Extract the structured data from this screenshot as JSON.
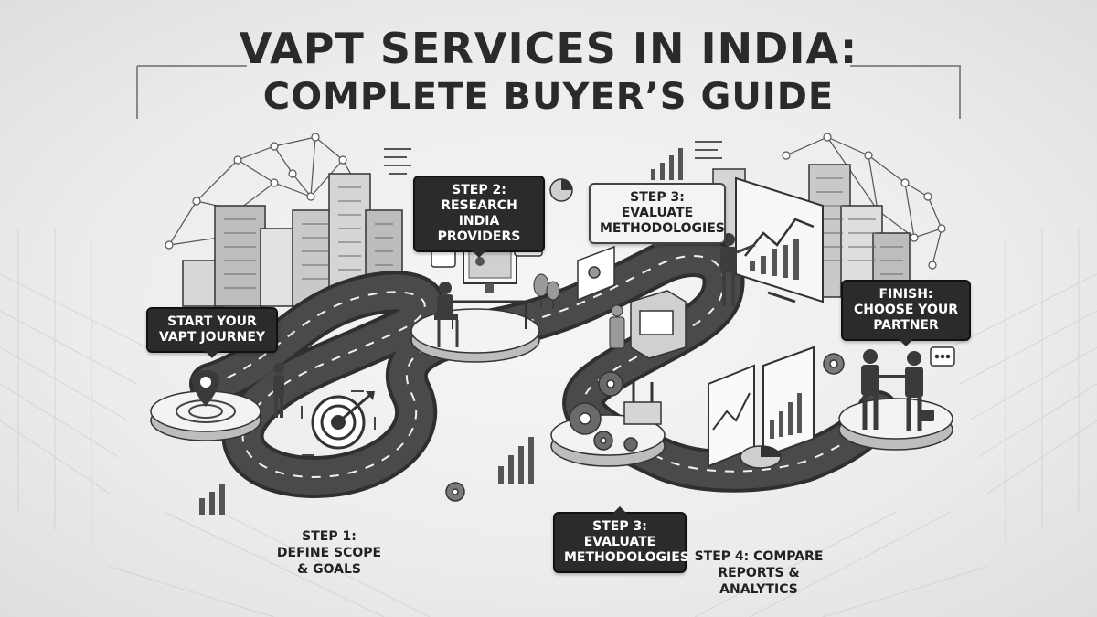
{
  "title": {
    "line1": "VAPT SERVICES IN INDIA:",
    "line2": "COMPLETE BUYER’S GUIDE"
  },
  "callouts": {
    "start": "START YOUR VAPT JOURNEY",
    "step2": "STEP 2: RESEARCH INDIA PROVIDERS",
    "step3_top": "STEP 3: EVALUATE METHODOLOGIES",
    "step3_bottom": "STEP 3: EVALUATE METHODOLOGIES",
    "finish": "FINISH: CHOOSE YOUR PARTNER"
  },
  "captions": {
    "step1": "STEP 1: DEFINE SCOPE & GOALS",
    "step4": "STEP 4: COMPARE REPORTS & ANALYTICS"
  },
  "icons": [
    "location-pin-icon",
    "target-icon",
    "monitor-icon",
    "gear-icon",
    "bar-chart-icon",
    "pie-chart-icon",
    "chat-bubble-icon",
    "handshake-icon",
    "building-icon",
    "network-node-icon",
    "tree-icon",
    "briefcase-icon"
  ],
  "colors": {
    "background": "#ececec",
    "road": "#4a4a4a",
    "road_dash": "#f2f2f2",
    "callout_dark": "#2b2b2b",
    "line_art": "#3a3a3a"
  }
}
